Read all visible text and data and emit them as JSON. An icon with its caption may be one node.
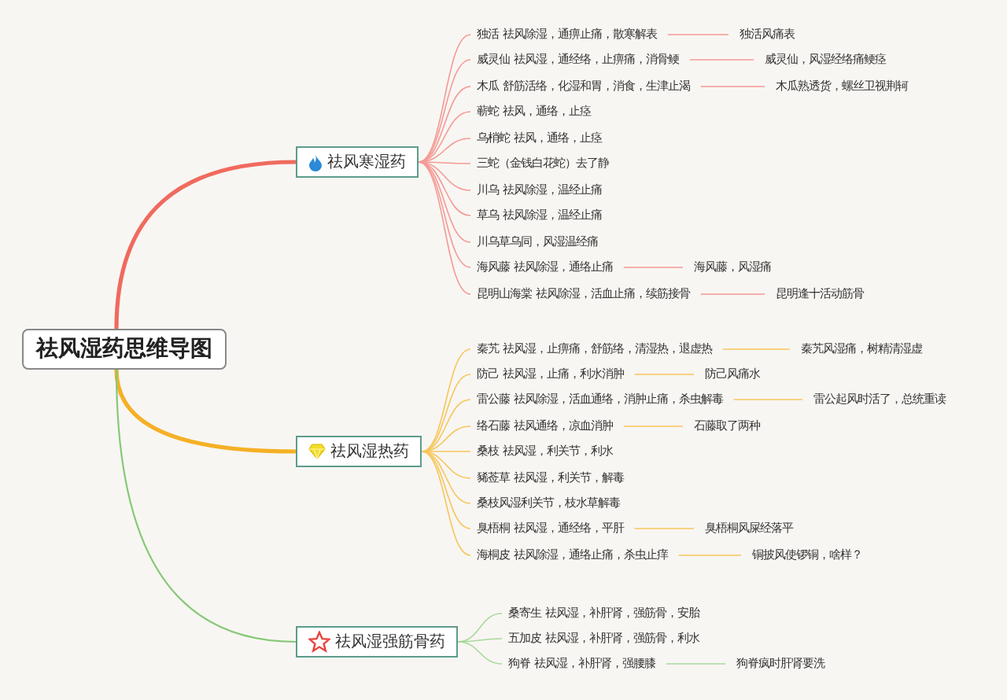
{
  "diagram": {
    "nodes": [
      {
        "text": [
          "祛风湿药思维导图"
        ]
      },
      {
        "text": [
          "祛风寒湿药"
        ]
      },
      {
        "text": [
          "独活 祛风除湿，通痹止痛，散寒解表"
        ]
      },
      {
        "text": [
          "独活风痛表"
        ]
      },
      {
        "text": [
          "威灵仙 祛风湿，通经络，止痹痛，消骨鲠"
        ]
      },
      {
        "text": [
          "威灵仙，风湿经络痛鲠痉"
        ]
      },
      {
        "text": [
          "木瓜 舒筋活络，化湿和胃，消食，生津止渴"
        ]
      },
      {
        "text": [
          "木瓜熟透货，螺丝卫视荆轲"
        ]
      },
      {
        "text": [
          "蕲蛇 祛风，通络，止痉"
        ]
      },
      {
        "text": [
          "乌梢蛇 祛风，通络，止痉"
        ]
      },
      {
        "text": [
          "三蛇（金钱白花蛇）去了静"
        ]
      },
      {
        "text": [
          "川乌 祛风除湿，温经止痛"
        ]
      },
      {
        "text": [
          "草乌 祛风除湿，温经止痛"
        ]
      },
      {
        "text": [
          "川乌草乌同，风湿温经痛"
        ]
      },
      {
        "text": [
          "海风藤 祛风除湿，通络止痛"
        ]
      },
      {
        "text": [
          "海风藤，风湿痛"
        ]
      },
      {
        "text": [
          "昆明山海棠 祛风除湿，活血止痛，续筋接骨"
        ]
      },
      {
        "text": [
          "昆明逢十活动筋骨"
        ]
      },
      {
        "text": [
          "祛风湿热药"
        ]
      },
      {
        "text": [
          "秦艽 祛风湿，止痹痛，舒筋络，清湿热，退虚热"
        ]
      },
      {
        "text": [
          "秦艽风湿痛，树精清湿虚"
        ]
      },
      {
        "text": [
          "防己 祛风湿，止痛，利水消肿"
        ]
      },
      {
        "text": [
          "防己风痛水"
        ]
      },
      {
        "text": [
          "雷公藤 祛风除湿，活血通络，消肿止痛，杀虫解毒"
        ]
      },
      {
        "text": [
          "雷公起风时活了，总统重读"
        ]
      },
      {
        "text": [
          "络石藤 祛风通络，凉血消肿"
        ]
      },
      {
        "text": [
          "石藤取了两种"
        ]
      },
      {
        "text": [
          "桑枝 祛风湿，利关节，利水"
        ]
      },
      {
        "text": [
          "豨莶草 祛风湿，利关节，解毒"
        ]
      },
      {
        "text": [
          "桑枝风湿利关节，枝水草解毒"
        ]
      },
      {
        "text": [
          "臭梧桐 祛风湿，通经络，平肝"
        ]
      },
      {
        "text": [
          "臭梧桐风屎经落平"
        ]
      },
      {
        "text": [
          "海桐皮 祛风除湿，通络止痛，杀虫止痒"
        ]
      },
      {
        "text": [
          "铜披风使锣铜，啥样？"
        ]
      },
      {
        "text": [
          "祛风湿强筋骨药"
        ]
      },
      {
        "text": [
          "桑寄生 祛风湿，补肝肾，强筋骨，安胎"
        ]
      },
      {
        "text": [
          "五加皮 祛风湿，补肝肾，强筋骨，利水"
        ]
      },
      {
        "text": [
          "狗脊 祛风湿，补肝肾，强腰膝"
        ]
      },
      {
        "text": [
          "狗脊疯时肝肾要洗"
        ]
      }
    ],
    "edges": [
      {
        "from": 0,
        "to": 1,
        "arrow": "none",
        "style": "thick",
        "color": "#f06a5e"
      },
      {
        "from": 0,
        "to": 18,
        "arrow": "none",
        "style": "thick",
        "color": "#f5b026"
      },
      {
        "from": 0,
        "to": 34,
        "arrow": "none",
        "color": "#86c977"
      },
      {
        "from": 1,
        "to": 2,
        "arrow": "none",
        "color": "#f59a94"
      },
      {
        "from": 2,
        "to": 3,
        "arrow": "none",
        "color": "#f59a94"
      },
      {
        "from": 1,
        "to": 4,
        "arrow": "none",
        "color": "#f59a94"
      },
      {
        "from": 4,
        "to": 5,
        "arrow": "none",
        "color": "#f59a94"
      },
      {
        "from": 1,
        "to": 6,
        "arrow": "none",
        "color": "#f59a94"
      },
      {
        "from": 6,
        "to": 7,
        "arrow": "none",
        "color": "#f59a94"
      },
      {
        "from": 1,
        "to": 8,
        "arrow": "none",
        "color": "#f59a94"
      },
      {
        "from": 1,
        "to": 9,
        "arrow": "none",
        "color": "#f59a94"
      },
      {
        "from": 1,
        "to": 10,
        "arrow": "none",
        "color": "#f59a94"
      },
      {
        "from": 1,
        "to": 11,
        "arrow": "none",
        "color": "#f59a94"
      },
      {
        "from": 1,
        "to": 12,
        "arrow": "none",
        "color": "#f59a94"
      },
      {
        "from": 1,
        "to": 13,
        "arrow": "none",
        "color": "#f59a94"
      },
      {
        "from": 1,
        "to": 14,
        "arrow": "none",
        "color": "#f59a94"
      },
      {
        "from": 14,
        "to": 15,
        "arrow": "none",
        "color": "#f59a94"
      },
      {
        "from": 1,
        "to": 16,
        "arrow": "none",
        "color": "#f59a94"
      },
      {
        "from": 16,
        "to": 17,
        "arrow": "none",
        "color": "#f59a94"
      },
      {
        "from": 18,
        "to": 19,
        "arrow": "none",
        "color": "#f7c65a"
      },
      {
        "from": 19,
        "to": 20,
        "arrow": "none",
        "color": "#f7c65a"
      },
      {
        "from": 18,
        "to": 21,
        "arrow": "none",
        "color": "#f7c65a"
      },
      {
        "from": 21,
        "to": 22,
        "arrow": "none",
        "color": "#f7c65a"
      },
      {
        "from": 18,
        "to": 23,
        "arrow": "none",
        "color": "#f7c65a"
      },
      {
        "from": 23,
        "to": 24,
        "arrow": "none",
        "color": "#f7c65a"
      },
      {
        "from": 18,
        "to": 25,
        "arrow": "none",
        "color": "#f7c65a"
      },
      {
        "from": 25,
        "to": 26,
        "arrow": "none",
        "color": "#f7c65a"
      },
      {
        "from": 18,
        "to": 27,
        "arrow": "none",
        "color": "#f7c65a"
      },
      {
        "from": 18,
        "to": 28,
        "arrow": "none",
        "color": "#f7c65a"
      },
      {
        "from": 18,
        "to": 29,
        "arrow": "none",
        "color": "#f7c65a"
      },
      {
        "from": 18,
        "to": 30,
        "arrow": "none",
        "color": "#f7c65a"
      },
      {
        "from": 30,
        "to": 31,
        "arrow": "none",
        "color": "#f7c65a"
      },
      {
        "from": 18,
        "to": 32,
        "arrow": "none",
        "color": "#f7c65a"
      },
      {
        "from": 32,
        "to": 33,
        "arrow": "none",
        "color": "#f7c65a"
      },
      {
        "from": 34,
        "to": 35,
        "arrow": "none",
        "color": "#a9d89c"
      },
      {
        "from": 34,
        "to": 36,
        "arrow": "none",
        "color": "#a9d89c"
      },
      {
        "from": 34,
        "to": 37,
        "arrow": "none",
        "color": "#a9d89c"
      },
      {
        "from": 37,
        "to": 38,
        "arrow": "none",
        "color": "#a9d89c"
      }
    ]
  }
}
